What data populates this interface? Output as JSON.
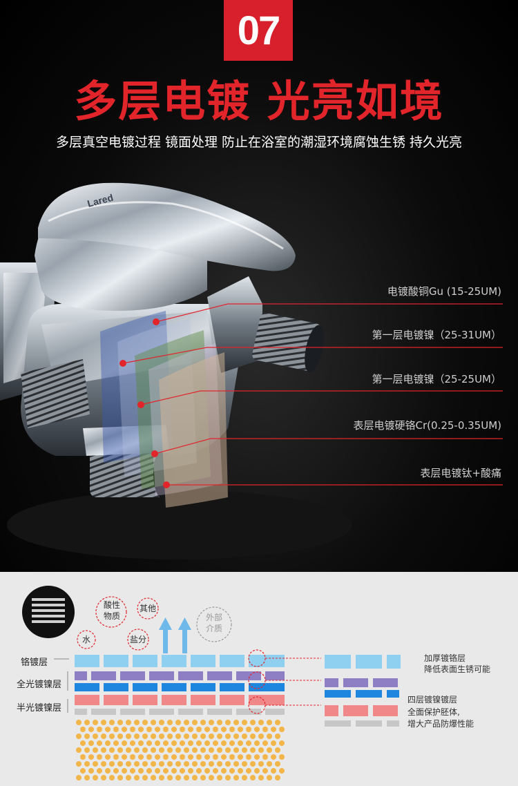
{
  "header": {
    "badge": "07",
    "title": "多层电镀 光亮如境",
    "subtitle": "多层真空电镀过程 镜面处理 防止在浴室的潮湿环境腐蚀生锈 持久光亮"
  },
  "product": {
    "brand_mark": "Lared"
  },
  "callouts": [
    "电镀酸铜Gu (15-25UM)",
    "第一层电镀镍（25-31UM）",
    "第一层电镀镍（25-25UM）",
    "表层电镀硬铬Cr(0.25-0.35UM)",
    "表层电镀钛+酸痛"
  ],
  "diagram": {
    "bubbles": [
      "酸性物质",
      "其他",
      "水",
      "盐分",
      "外部介质"
    ],
    "layer_labels": [
      "铬镀层",
      "全光镀镍层",
      "半光镀镍层"
    ],
    "right_notes": [
      [
        "加厚镀铬层",
        "降低表面生锈可能"
      ],
      [
        "四层镀镍镀层",
        "全面保护胚体,",
        "增大产品防爆性能"
      ]
    ]
  },
  "colors": {
    "accent_red": "#e2242b",
    "badge_red": "#d7202b",
    "chrome_layer": "#8fd0f0",
    "bright_nickel_layer": "#8e7fc4",
    "blue_layer": "#1f86e0",
    "semi_nickel_layer": "#f0888a",
    "gray_layer": "#c7c7c7",
    "base_dots": "#f2b54a"
  }
}
